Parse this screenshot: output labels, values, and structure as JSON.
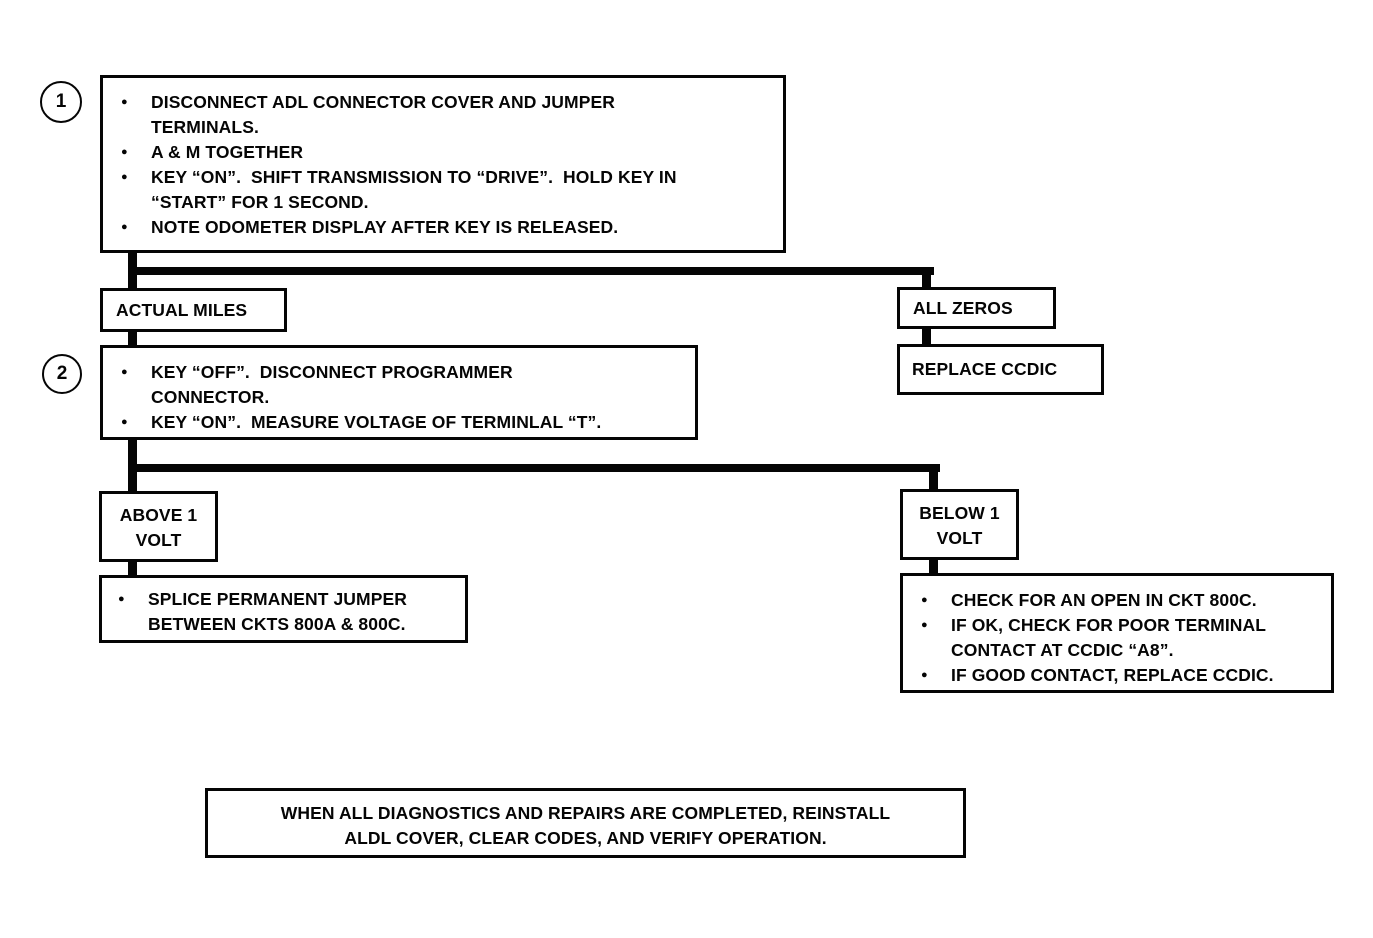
{
  "page": {
    "background_color": "#ffffff",
    "ink_color": "#050505"
  },
  "icons": {
    "bullet": "●"
  },
  "steps": {
    "step1": {
      "number": "1",
      "bullets": [
        "DISCONNECT ADL CONNECTOR COVER AND JUMPER\nTERMINALS.",
        "A & M TOGETHER",
        "KEY “ON”.  SHIFT TRANSMISSION TO “DRIVE”.  HOLD KEY IN\n“START” FOR 1 SECOND.",
        "NOTE ODOMETER DISPLAY AFTER KEY IS RELEASED."
      ]
    },
    "step2": {
      "number": "2",
      "bullets": [
        "KEY “OFF”.  DISCONNECT PROGRAMMER\nCONNECTOR.",
        "KEY “ON”.  MEASURE VOLTAGE OF TERMINLAL “T”."
      ]
    }
  },
  "branches": {
    "actual_miles_label": "ACTUAL MILES",
    "all_zeros_label": "ALL ZEROS",
    "replace_ccdic_action": "REPLACE CCDIC",
    "above_1_volt_label": "ABOVE 1\nVOLT",
    "below_1_volt_label": "BELOW 1\nVOLT",
    "splice_bullets": [
      "SPLICE PERMANENT JUMPER\nBETWEEN CKTS 800A & 800C."
    ],
    "check_bullets": [
      "CHECK FOR AN OPEN IN CKT 800C.",
      "IF OK, CHECK FOR POOR TERMINAL\nCONTACT AT CCDIC “A8”.",
      "IF GOOD CONTACT, REPLACE CCDIC."
    ]
  },
  "footer": {
    "note": "WHEN ALL DIAGNOSTICS AND REPAIRS ARE COMPLETED, REINSTALL\nALDL COVER, CLEAR CODES, AND VERIFY OPERATION."
  }
}
